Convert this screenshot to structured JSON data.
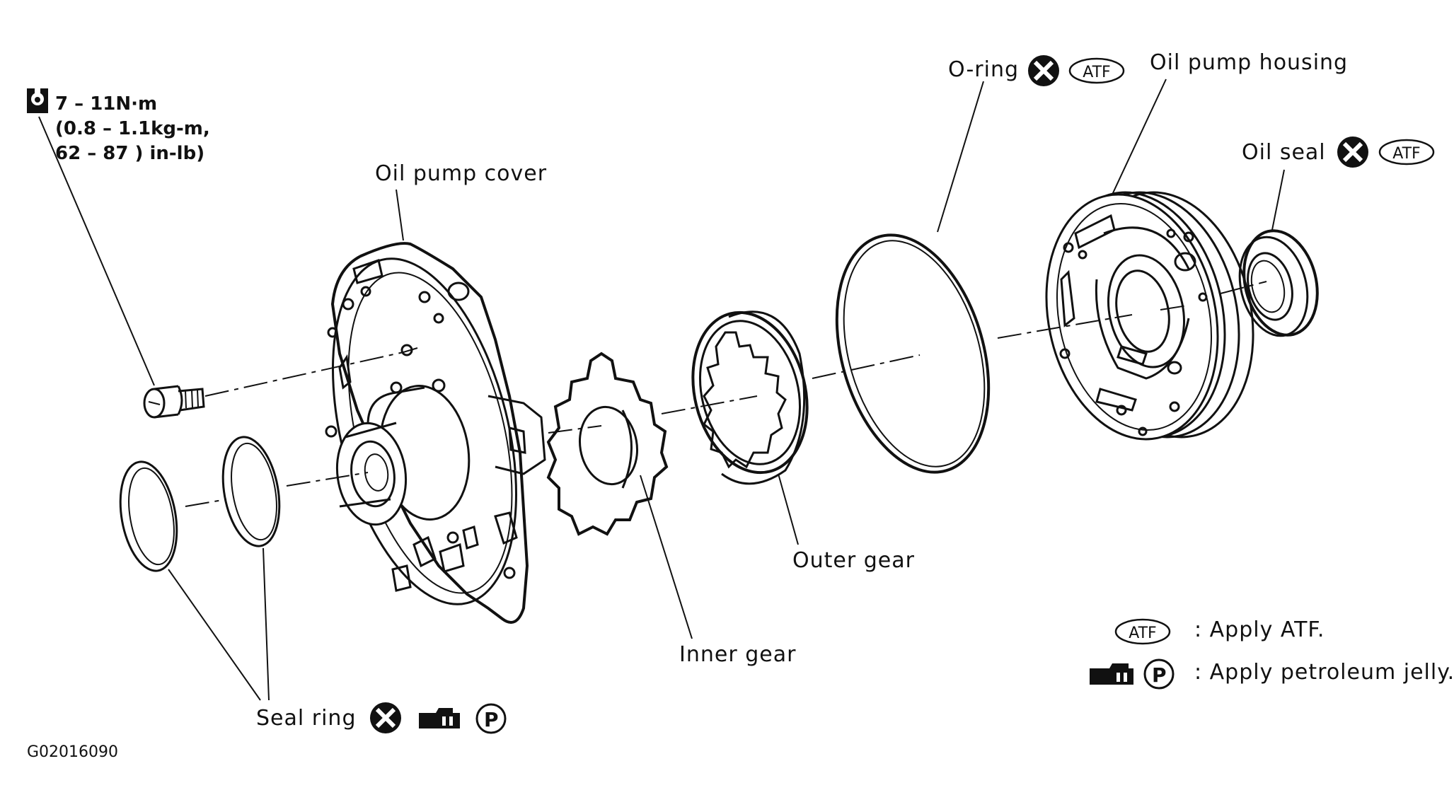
{
  "torque": {
    "line1": "7 – 11N·m",
    "line2": "(0.8 – 1.1kg-m,",
    "line3": "62 – 87 ) in-lb)"
  },
  "labels": {
    "oil_pump_cover": "Oil pump cover",
    "o_ring": "O-ring",
    "oil_pump_housing": "Oil pump housing",
    "oil_seal": "Oil seal",
    "outer_gear": "Outer gear",
    "inner_gear": "Inner gear",
    "seal_ring": "Seal ring"
  },
  "legend": {
    "atf_symbol": "ATF",
    "atf_text": ": Apply ATF.",
    "petroleum_symbol": "P",
    "petroleum_text": ": Apply petroleum jelly."
  },
  "figure_id": "G02016090"
}
